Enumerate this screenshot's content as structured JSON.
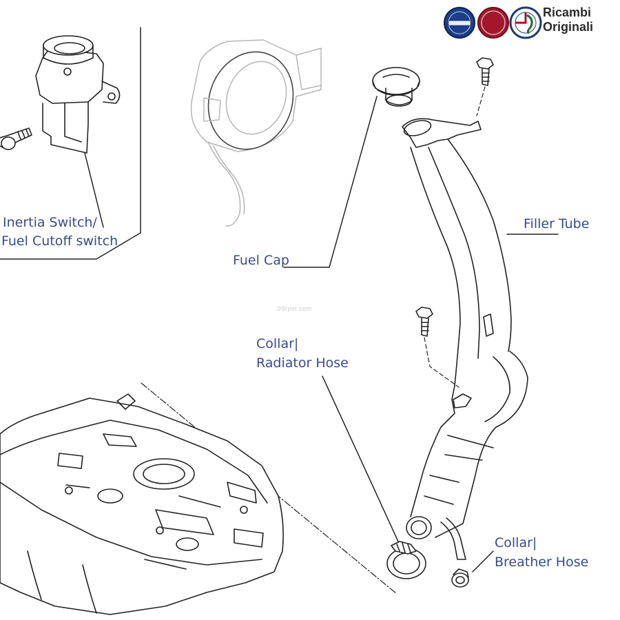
{
  "brand": {
    "line1": "Ricambi",
    "line2": "Originali",
    "logos": [
      "LANCIA",
      "FIAT",
      "ALFA ROMEO"
    ]
  },
  "watermark": "99rpm.com",
  "labels": {
    "inertia_switch_line1": "Inertia Switch/",
    "inertia_switch_line2": "Fuel Cutoff switch",
    "fuel_cap": "Fuel Cap",
    "filler_tube": "Filler Tube",
    "collar_radiator_line1": "Collar|",
    "collar_radiator_line2": "Radiator Hose",
    "collar_breather_line1": "Collar|",
    "collar_breather_line2": "Breather Hose"
  },
  "colors": {
    "label_text": "#3a4a8c",
    "line_art": "#222222",
    "lancia_blue": "#1d3f8a",
    "fiat_red": "#a3162b",
    "alfa_green": "#1e6b3a"
  }
}
